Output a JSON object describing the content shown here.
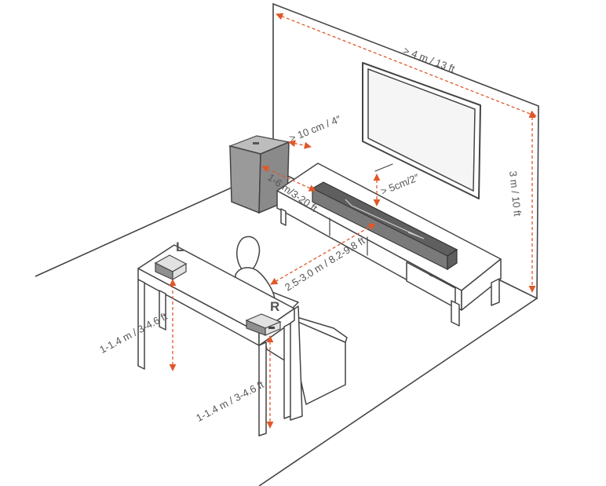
{
  "colors": {
    "dimension_line": "#E0582A",
    "outline": "#444444",
    "label_text": "#555555",
    "soundbar": "#7A7A7A",
    "subwoofer": "#9A9A9A",
    "speaker_light": "#E2E2E2"
  },
  "dimensions": {
    "wall_width": "> 4 m / 13 ft",
    "wall_height": "3 m / 10 ft",
    "sub_wall_gap": "> 10 cm / 4″",
    "sub_to_soundbar": "1-6 m/3-20 ft",
    "tv_to_soundbar": "> 5cm/2″",
    "listener_to_soundbar": "2.5-3.0 m / 8.2-9.8 ft",
    "left_speaker_height": "1-1.4 m / 3-4.6 ft",
    "right_speaker_height": "1-1.4 m / 3-4.6 ft"
  },
  "speaker_labels": {
    "left": "L",
    "right": "R"
  }
}
